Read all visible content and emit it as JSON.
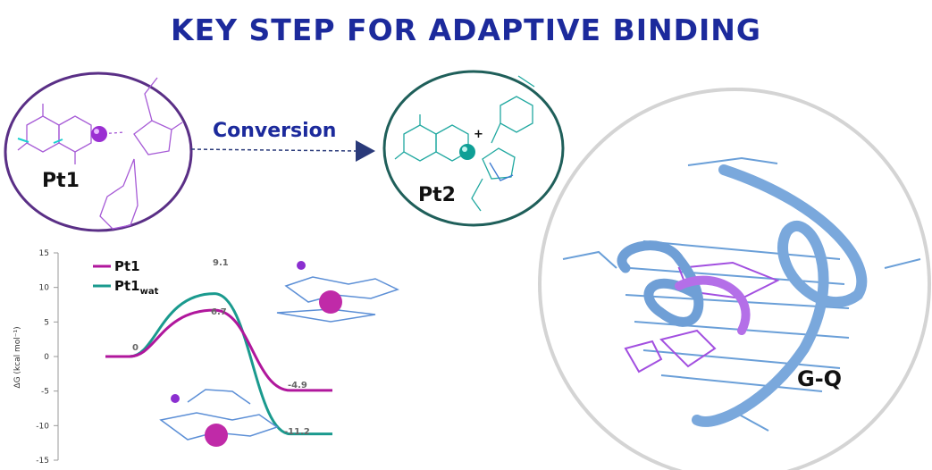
{
  "title": "KEY STEP FOR ADAPTIVE BINDING",
  "conversion_label": "Conversion",
  "labels": {
    "pt1": "Pt1",
    "pt2": "Pt2",
    "gq": "G-Q",
    "charge": "+"
  },
  "colors": {
    "title": "#1c2a9c",
    "pt1": "#b0179c",
    "pt1_wat": "#1a9a8e",
    "dna": "#6a9fd8",
    "ligand": "#9b3fd6"
  },
  "chart_data": {
    "type": "line",
    "ylabel": "ΔG (kcal mol⁻¹)",
    "ylim": [
      -15,
      15
    ],
    "yticks": [
      15,
      10,
      5,
      0,
      -5,
      -10,
      -15
    ],
    "x": [
      0,
      1,
      2,
      3
    ],
    "series": [
      {
        "name": "Pt1",
        "values": [
          0,
          6.7,
          -4.9
        ],
        "point_labels": [
          "0",
          "6.7",
          "-4.9"
        ]
      },
      {
        "name": "Pt1",
        "subscript": "wat",
        "values": [
          0,
          9.1,
          -11.2
        ],
        "point_labels": [
          "0",
          "9.1",
          "-11.2"
        ]
      }
    ]
  }
}
